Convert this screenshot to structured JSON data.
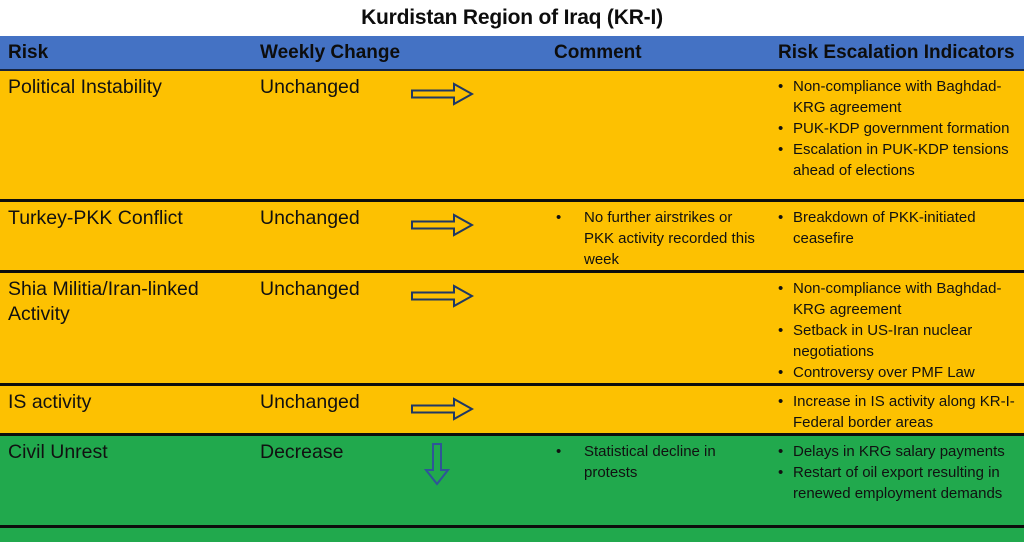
{
  "title": "Kurdistan Region of Iraq (KR-I)",
  "columns": {
    "risk": "Risk",
    "weekly_change": "Weekly Change",
    "comment": "Comment",
    "indicators": "Risk Escalation Indicators"
  },
  "colors": {
    "header_blue": "#4472c4",
    "row_yellow": "#fdc101",
    "row_green": "#21a94d",
    "arrow_outline": "#1f3864",
    "down_arrow_outline": "#2f5597",
    "border_black": "#0d0d0d"
  },
  "icons": {
    "right_arrow": "right-arrow-icon",
    "down_arrow": "down-arrow-icon",
    "bullet": "bullet-icon"
  },
  "bullet_glyph": "•",
  "rows": [
    {
      "risk": "Political Instability",
      "weekly_change": "Unchanged",
      "trend": "right",
      "tone": "yellow",
      "comment": [],
      "indicators": [
        "Non-compliance with Baghdad-KRG agreement",
        "PUK-KDP government formation",
        "Escalation in PUK-KDP tensions ahead of elections"
      ],
      "height": 131
    },
    {
      "risk": "Turkey-PKK Conflict",
      "weekly_change": "Unchanged",
      "trend": "right",
      "tone": "yellow",
      "comment": [
        "No further airstrikes or PKK activity recorded this week"
      ],
      "indicators": [
        "Breakdown of PKK-initiated ceasefire"
      ],
      "height": 68
    },
    {
      "risk": "Shia Militia/Iran-linked Activity",
      "weekly_change": "Unchanged",
      "trend": "right",
      "tone": "yellow",
      "comment": [],
      "indicators": [
        "Non-compliance with Baghdad-KRG agreement",
        "Setback in US-Iran nuclear negotiations",
        "Controversy over PMF Law"
      ],
      "height": 110
    },
    {
      "risk": "IS activity",
      "weekly_change": "Unchanged",
      "trend": "right",
      "tone": "yellow",
      "comment": [],
      "indicators": [
        "Increase in IS activity along KR-I-Federal border areas"
      ],
      "height": 46
    },
    {
      "risk": "Civil Unrest",
      "weekly_change": "Decrease",
      "trend": "down",
      "tone": "green",
      "comment": [
        "Statistical decline in protests"
      ],
      "indicators": [
        "Delays in KRG salary payments",
        "Restart of oil export resulting in renewed employment demands"
      ],
      "height": 92
    }
  ]
}
